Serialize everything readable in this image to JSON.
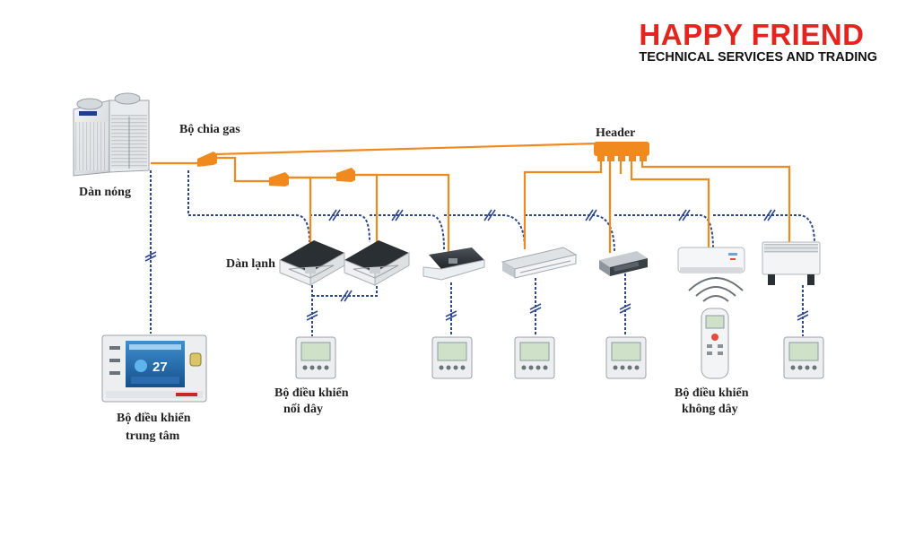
{
  "brand": {
    "title": "HAPPY FRIEND",
    "subtitle": "TECHNICAL SERVICES AND TRADING"
  },
  "colors": {
    "accent": "#e52420",
    "gas_pipe": "#f08a1e",
    "signal_wire": "#2f4a8c"
  },
  "labels": {
    "outdoor_unit": "Dàn nóng",
    "gas_splitter": "Bộ chia gas",
    "header": "Header",
    "indoor_units": "Dàn lạnh",
    "central_controller_1": "Bộ điều khiển",
    "central_controller_2": "trung tâm",
    "wired_controller_1": "Bộ điều khiển",
    "wired_controller_2": "nối dây",
    "wireless_controller_1": "Bộ điều khiển",
    "wireless_controller_2": "không dây"
  },
  "central_display": {
    "temperature": "27"
  },
  "indoor_unit_types": [
    "cassette-4way",
    "cassette-4way",
    "cassette-2way",
    "ceiling-suspended",
    "ducted",
    "wall-mounted",
    "floor-standing"
  ],
  "icons": [
    "outdoor-unit-icon",
    "gas-splitter-icon",
    "header-icon",
    "wired-remote-icon",
    "wireless-remote-icon",
    "signal-waves-icon"
  ]
}
